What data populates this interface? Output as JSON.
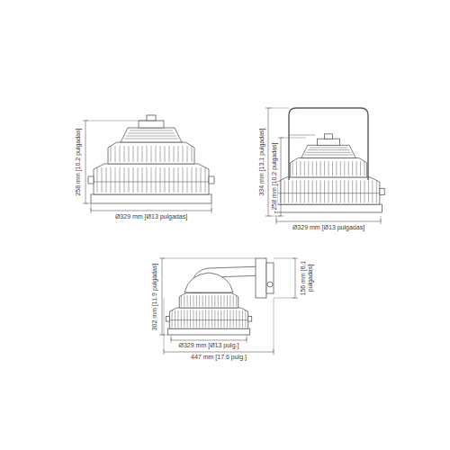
{
  "diagram": {
    "labels": [
      "258 mm [10.2 pulgadas]",
      "Ø329 mm [Ø13 pulgadas]",
      "334 mm [13.1 pulgadas]",
      "258 mm [10.2 pulgadas]",
      "Ø329 mm [Ø13 pulgadas]",
      "302 mm [11.9 pulgadas]",
      "156 mm [6,1 pulgadas]",
      "Ø329 mm [Ø13 pulg.]",
      "447 mm [17.6 pulg.]"
    ]
  }
}
